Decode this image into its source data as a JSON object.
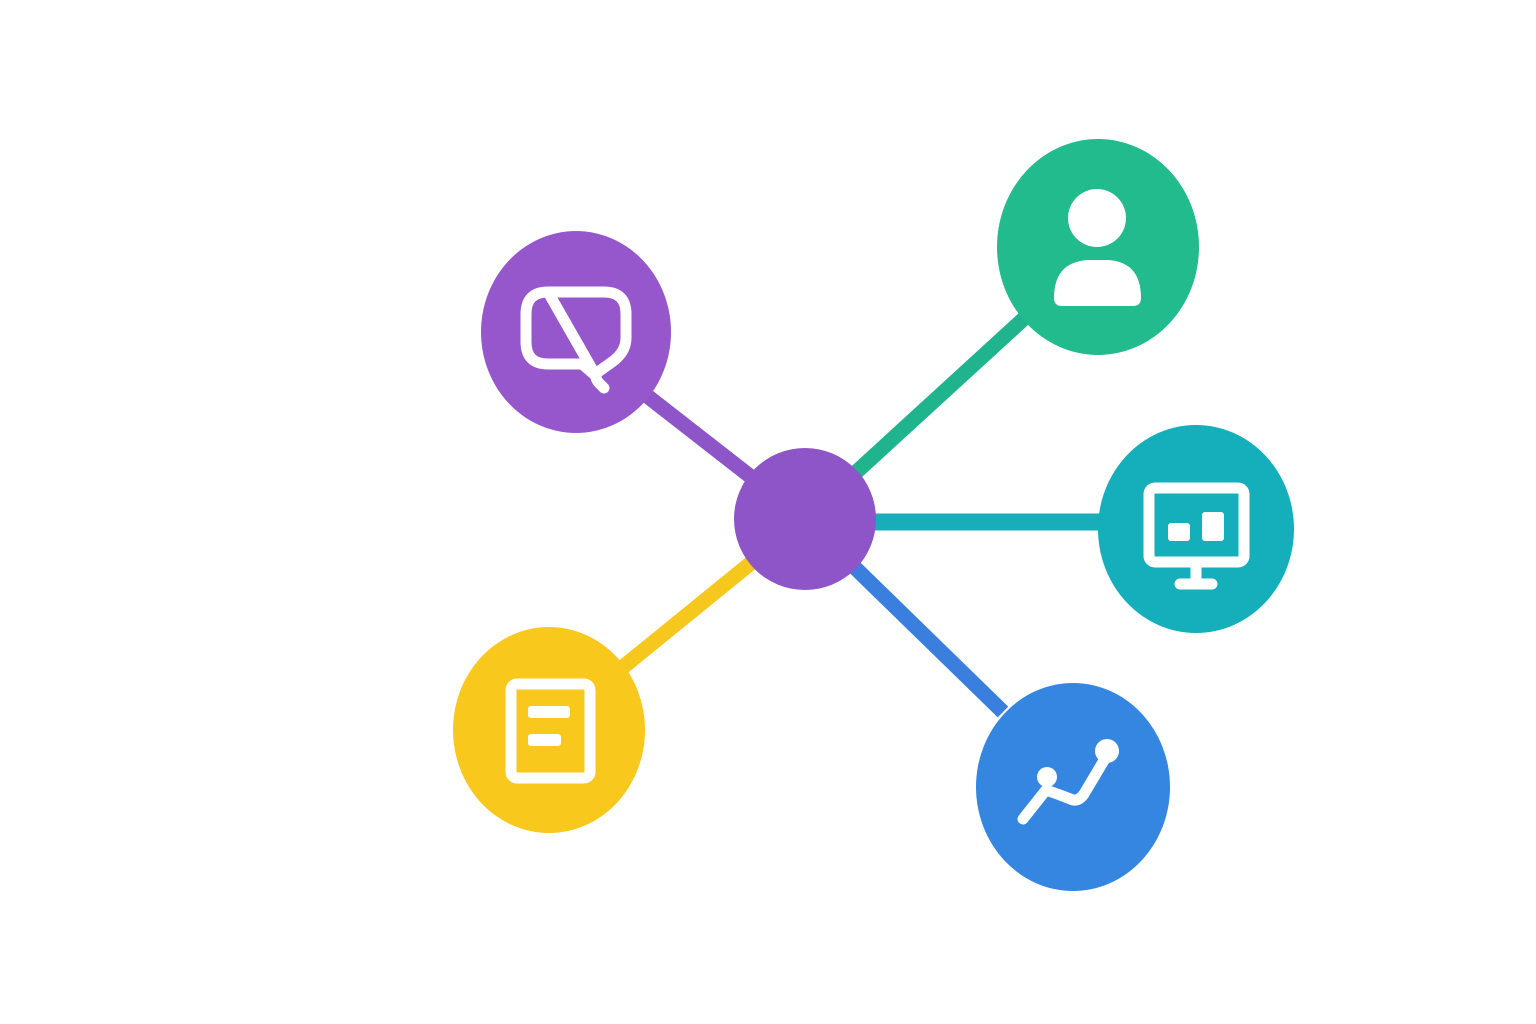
{
  "hub": {
    "icon": "hub-node",
    "color": "#8e55c8"
  },
  "nodes": [
    {
      "id": "chat",
      "icon": "chat-bubble-icon",
      "color": "#9657cc",
      "connector_color": "#8e55c8"
    },
    {
      "id": "user",
      "icon": "user-icon",
      "color": "#22bb8d",
      "connector_color": "#20b48e"
    },
    {
      "id": "monitor",
      "icon": "monitor-chart-icon",
      "color": "#14afbb",
      "connector_color": "#17aeb9"
    },
    {
      "id": "trend",
      "icon": "trend-line-icon",
      "color": "#3486e0",
      "connector_color": "#3a7fde"
    },
    {
      "id": "document",
      "icon": "document-icon",
      "color": "#f8c81c",
      "connector_color": "#f6c81e"
    }
  ]
}
